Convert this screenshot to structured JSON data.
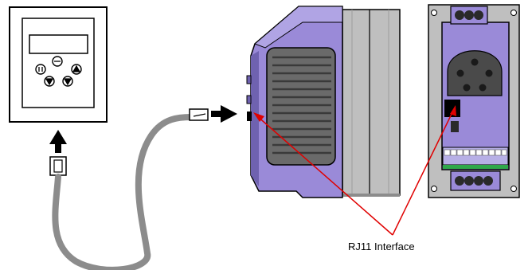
{
  "callout": {
    "label": "RJ11 Interface"
  },
  "colors": {
    "drive_body": "#9a8ad8",
    "drive_body_dark": "#6f62b0",
    "drive_heatsink": "#bfbfbf",
    "cable": "#8c8c8c",
    "callout_line": "#e00000",
    "arrow": "#000000",
    "keypad_frame": "#000000"
  },
  "icons": {
    "keypad": "remote-keypad-icon",
    "rj11_plug": "rj11-plug-icon",
    "cable": "patch-cable",
    "drive_side": "drive-side-view",
    "drive_front": "drive-front-view"
  }
}
